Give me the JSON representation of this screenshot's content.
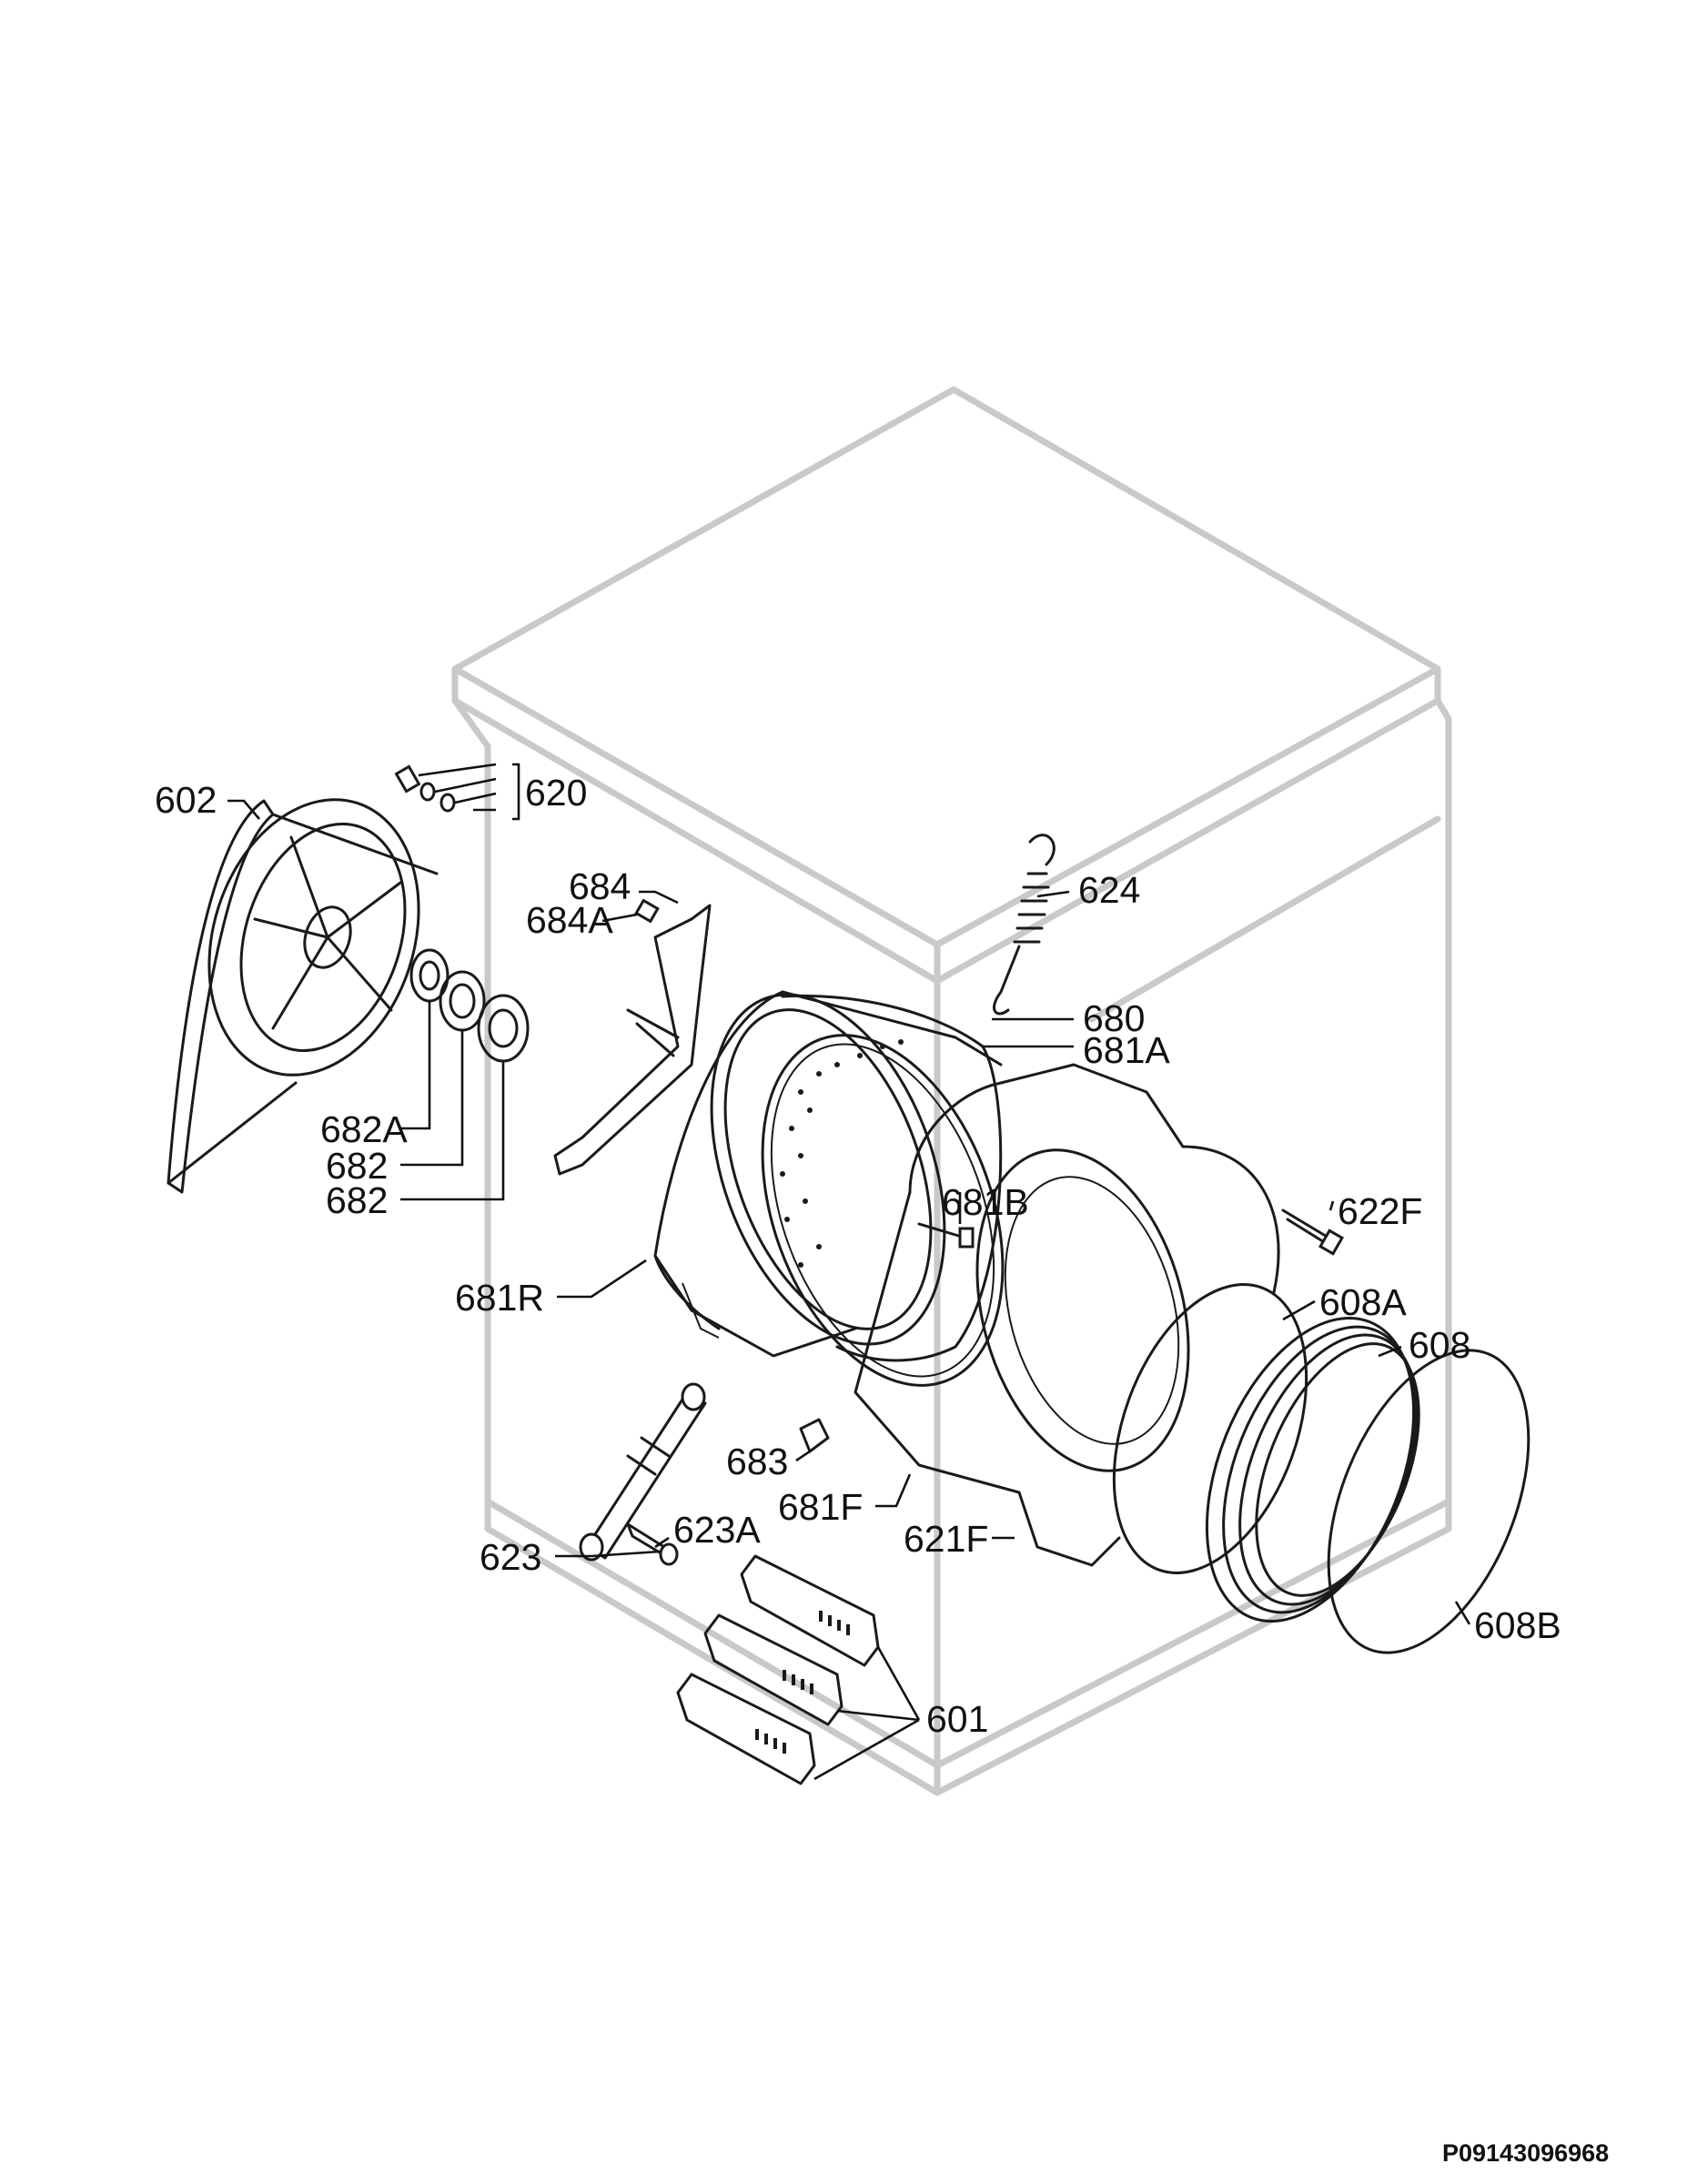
{
  "labels": {
    "p602": "602",
    "p620": "620",
    "p624": "624",
    "p684": "684",
    "p684A": "684A",
    "p680": "680",
    "p681A": "681A",
    "p681B": "681B",
    "p622F": "622F",
    "p682A": "682A",
    "p682a": "682",
    "p682b": "682",
    "p681R": "681R",
    "p608A": "608A",
    "p608": "608",
    "p683": "683",
    "p681F": "681F",
    "p621F": "621F",
    "p623": "623",
    "p623A": "623A",
    "p608B": "608B",
    "p601": "601"
  },
  "drawing_code": "P09143096968",
  "colors": {
    "cabinet": "#c9c9c9",
    "parts": "#1a1a1a",
    "text": "#111111"
  }
}
